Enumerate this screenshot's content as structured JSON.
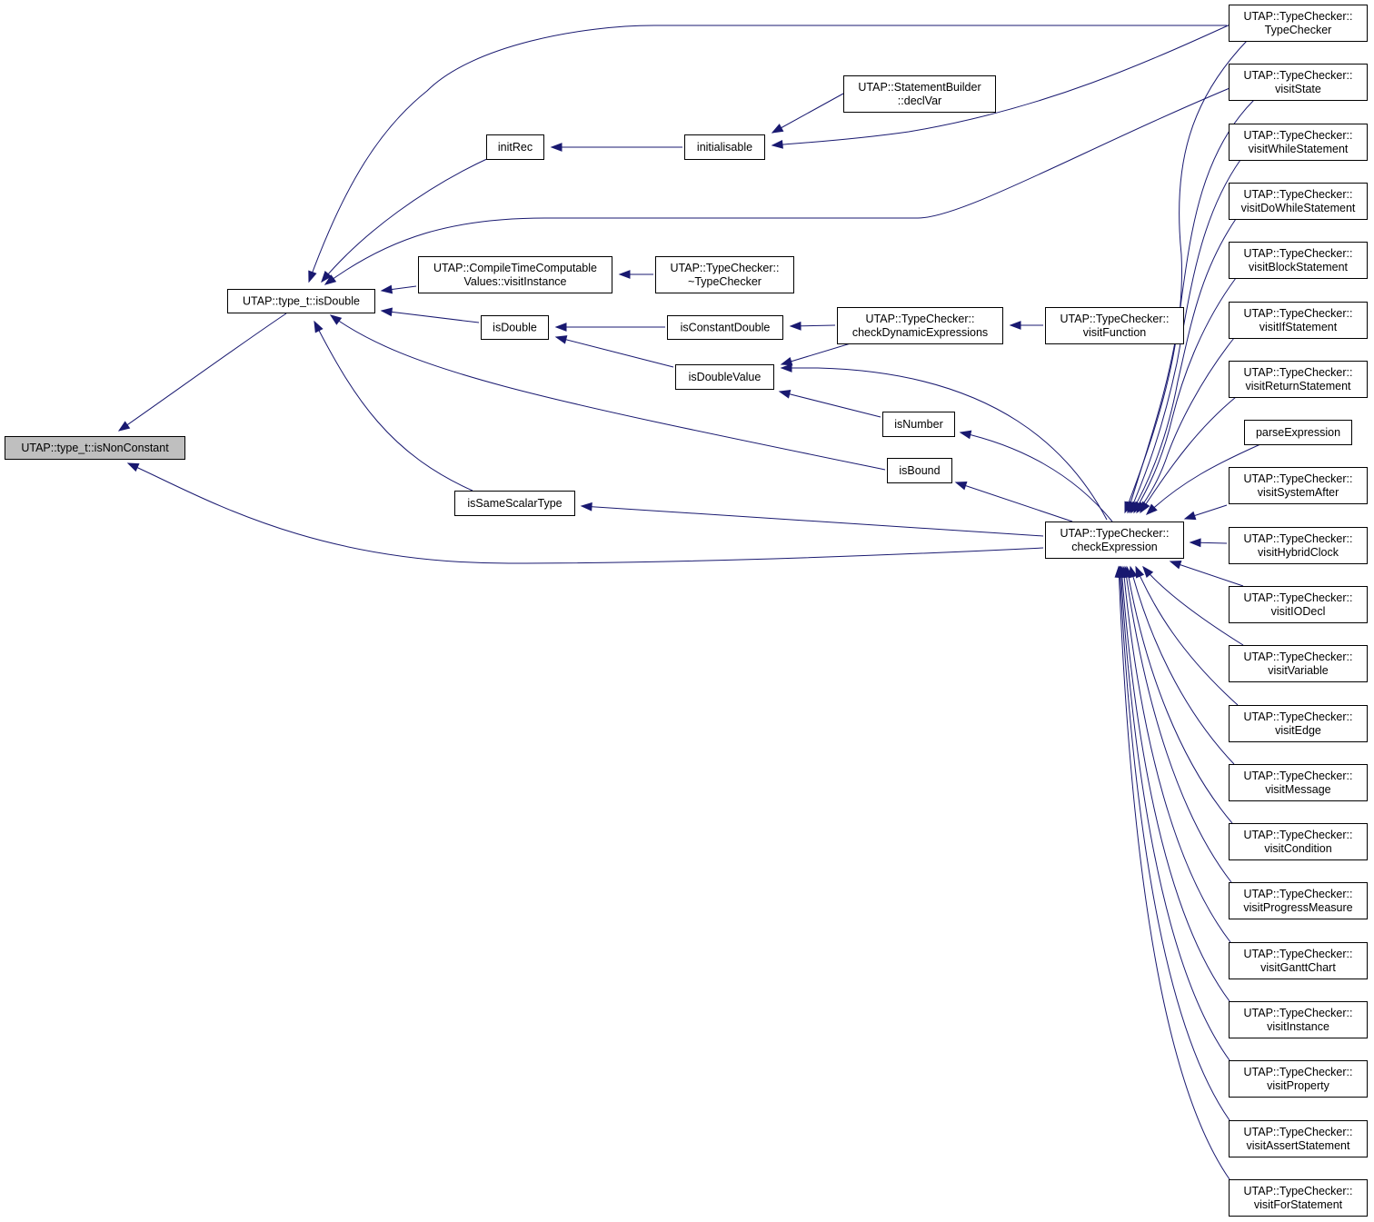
{
  "diagram": {
    "type": "doxygen-caller-graph",
    "root": "UTAP::type_t::isNonConstant",
    "edge_color": "#191970",
    "root_fill": "#bfbfbf",
    "nodes": [
      {
        "id": "root",
        "lines": [
          "UTAP::type_t::isNonConstant"
        ]
      },
      {
        "id": "isDouble_t",
        "lines": [
          "UTAP::type_t::isDouble"
        ]
      },
      {
        "id": "initRec",
        "lines": [
          "initRec"
        ]
      },
      {
        "id": "initialisable",
        "lines": [
          "initialisable"
        ]
      },
      {
        "id": "declVar",
        "lines": [
          "UTAP::StatementBuilder",
          "::declVar"
        ]
      },
      {
        "id": "ctcv",
        "lines": [
          "UTAP::CompileTimeComputable",
          "Values::visitInstance"
        ]
      },
      {
        "id": "dtor",
        "lines": [
          "UTAP::TypeChecker::",
          "~TypeChecker"
        ]
      },
      {
        "id": "isDouble",
        "lines": [
          "isDouble"
        ]
      },
      {
        "id": "isConstantDouble",
        "lines": [
          "isConstantDouble"
        ]
      },
      {
        "id": "checkDyn",
        "lines": [
          "UTAP::TypeChecker::",
          "checkDynamicExpressions"
        ]
      },
      {
        "id": "visitFunction",
        "lines": [
          "UTAP::TypeChecker::",
          "visitFunction"
        ]
      },
      {
        "id": "isDoubleValue",
        "lines": [
          "isDoubleValue"
        ]
      },
      {
        "id": "isNumber",
        "lines": [
          "isNumber"
        ]
      },
      {
        "id": "isBound",
        "lines": [
          "isBound"
        ]
      },
      {
        "id": "isSameScalarType",
        "lines": [
          "isSameScalarType"
        ]
      },
      {
        "id": "checkExpr",
        "lines": [
          "UTAP::TypeChecker::",
          "checkExpression"
        ]
      },
      {
        "id": "tc_ctor",
        "lines": [
          "UTAP::TypeChecker::",
          "TypeChecker"
        ]
      },
      {
        "id": "visitState",
        "lines": [
          "UTAP::TypeChecker::",
          "visitState"
        ]
      },
      {
        "id": "visitWhile",
        "lines": [
          "UTAP::TypeChecker::",
          "visitWhileStatement"
        ]
      },
      {
        "id": "visitDoWhile",
        "lines": [
          "UTAP::TypeChecker::",
          "visitDoWhileStatement"
        ]
      },
      {
        "id": "visitBlock",
        "lines": [
          "UTAP::TypeChecker::",
          "visitBlockStatement"
        ]
      },
      {
        "id": "visitIf",
        "lines": [
          "UTAP::TypeChecker::",
          "visitIfStatement"
        ]
      },
      {
        "id": "visitReturn",
        "lines": [
          "UTAP::TypeChecker::",
          "visitReturnStatement"
        ]
      },
      {
        "id": "parseExpression",
        "lines": [
          "parseExpression"
        ]
      },
      {
        "id": "visitSysAfter",
        "lines": [
          "UTAP::TypeChecker::",
          "visitSystemAfter"
        ]
      },
      {
        "id": "visitHybrid",
        "lines": [
          "UTAP::TypeChecker::",
          "visitHybridClock"
        ]
      },
      {
        "id": "visitIODecl",
        "lines": [
          "UTAP::TypeChecker::",
          "visitIODecl"
        ]
      },
      {
        "id": "visitVariable",
        "lines": [
          "UTAP::TypeChecker::",
          "visitVariable"
        ]
      },
      {
        "id": "visitEdge",
        "lines": [
          "UTAP::TypeChecker::",
          "visitEdge"
        ]
      },
      {
        "id": "visitMessage",
        "lines": [
          "UTAP::TypeChecker::",
          "visitMessage"
        ]
      },
      {
        "id": "visitCondition",
        "lines": [
          "UTAP::TypeChecker::",
          "visitCondition"
        ]
      },
      {
        "id": "visitProgress",
        "lines": [
          "UTAP::TypeChecker::",
          "visitProgressMeasure"
        ]
      },
      {
        "id": "visitGantt",
        "lines": [
          "UTAP::TypeChecker::",
          "visitGanttChart"
        ]
      },
      {
        "id": "visitInstance",
        "lines": [
          "UTAP::TypeChecker::",
          "visitInstance"
        ]
      },
      {
        "id": "visitProperty",
        "lines": [
          "UTAP::TypeChecker::",
          "visitProperty"
        ]
      },
      {
        "id": "visitAssert",
        "lines": [
          "UTAP::TypeChecker::",
          "visitAssertStatement"
        ]
      },
      {
        "id": "visitFor",
        "lines": [
          "UTAP::TypeChecker::",
          "visitForStatement"
        ]
      }
    ],
    "edges": [
      [
        "isDouble_t",
        "root"
      ],
      [
        "checkExpr",
        "root"
      ],
      [
        "initRec",
        "isDouble_t"
      ],
      [
        "ctcv",
        "isDouble_t"
      ],
      [
        "isDouble",
        "isDouble_t"
      ],
      [
        "isSameScalarType",
        "isDouble_t"
      ],
      [
        "isBound",
        "isDouble_t"
      ],
      [
        "tc_ctor",
        "isDouble_t"
      ],
      [
        "visitState",
        "isDouble_t"
      ],
      [
        "initialisable",
        "initRec"
      ],
      [
        "declVar",
        "initialisable"
      ],
      [
        "tc_ctor",
        "initialisable"
      ],
      [
        "dtor",
        "ctcv"
      ],
      [
        "isConstantDouble",
        "isDouble"
      ],
      [
        "isDoubleValue",
        "isDouble"
      ],
      [
        "checkDyn",
        "isConstantDouble"
      ],
      [
        "visitFunction",
        "checkDyn"
      ],
      [
        "checkDyn",
        "isDoubleValue"
      ],
      [
        "isNumber",
        "isDoubleValue"
      ],
      [
        "checkExpr",
        "isDoubleValue"
      ],
      [
        "checkExpr",
        "isNumber"
      ],
      [
        "checkExpr",
        "isBound"
      ],
      [
        "checkExpr",
        "isSameScalarType"
      ],
      [
        "tc_ctor",
        "checkExpr"
      ],
      [
        "visitState",
        "checkExpr"
      ],
      [
        "visitWhile",
        "checkExpr"
      ],
      [
        "visitDoWhile",
        "checkExpr"
      ],
      [
        "visitBlock",
        "checkExpr"
      ],
      [
        "visitIf",
        "checkExpr"
      ],
      [
        "visitReturn",
        "checkExpr"
      ],
      [
        "parseExpression",
        "checkExpr"
      ],
      [
        "visitSysAfter",
        "checkExpr"
      ],
      [
        "visitHybrid",
        "checkExpr"
      ],
      [
        "visitIODecl",
        "checkExpr"
      ],
      [
        "visitVariable",
        "checkExpr"
      ],
      [
        "visitEdge",
        "checkExpr"
      ],
      [
        "visitMessage",
        "checkExpr"
      ],
      [
        "visitCondition",
        "checkExpr"
      ],
      [
        "visitProgress",
        "checkExpr"
      ],
      [
        "visitGantt",
        "checkExpr"
      ],
      [
        "visitInstance",
        "checkExpr"
      ],
      [
        "visitProperty",
        "checkExpr"
      ],
      [
        "visitAssert",
        "checkExpr"
      ],
      [
        "visitFor",
        "checkExpr"
      ]
    ]
  }
}
